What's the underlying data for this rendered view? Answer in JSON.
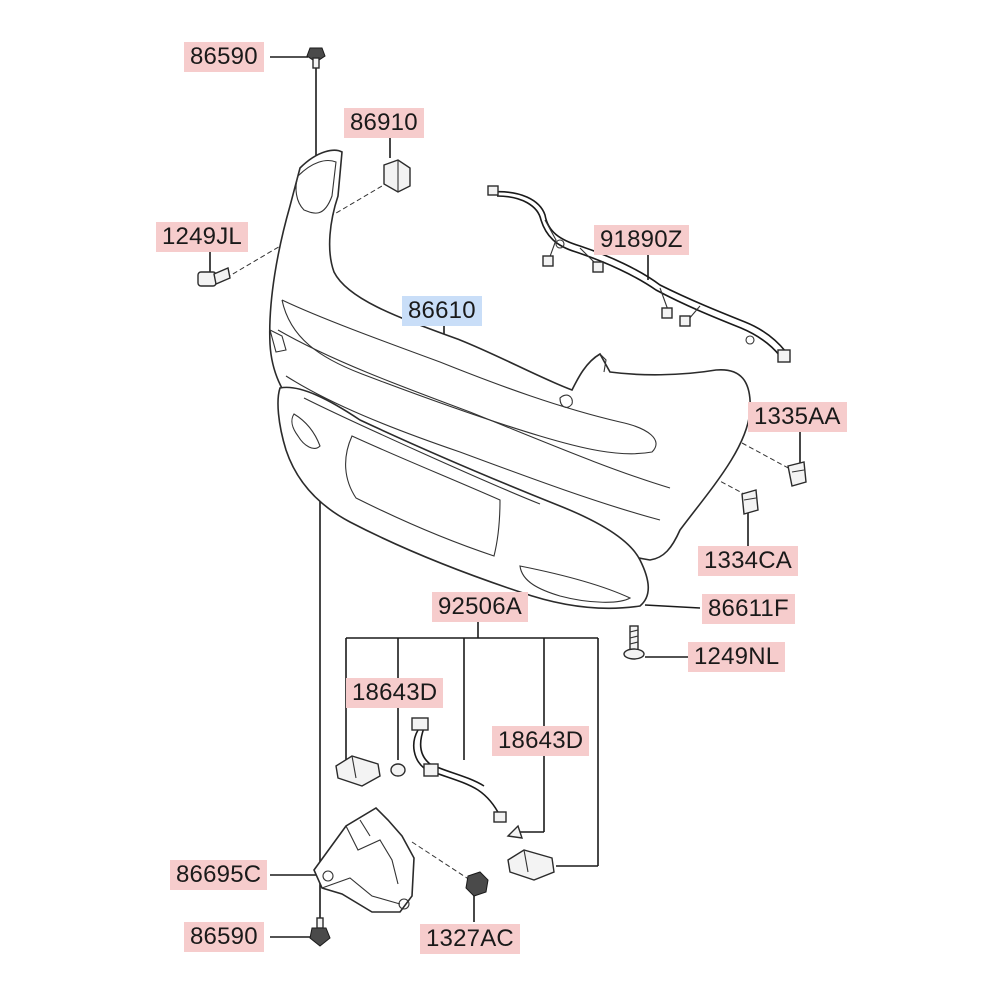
{
  "parts": {
    "p86590_top": "86590",
    "p86910": "86910",
    "p1249JL": "1249JL",
    "p91890Z": "91890Z",
    "p86610": "86610",
    "p1335AA": "1335AA",
    "p1334CA": "1334CA",
    "p92506A": "92506A",
    "p86611F": "86611F",
    "p1249NL": "1249NL",
    "p18643D_left": "18643D",
    "p18643D_right": "18643D",
    "p86695C": "86695C",
    "p86590_bottom": "86590",
    "p1327AC": "1327AC"
  },
  "colors": {
    "label_background": "#f6cccc",
    "selected_label_background": "#c9def8",
    "line": "#1a1a1a"
  },
  "selected_part": "86610"
}
